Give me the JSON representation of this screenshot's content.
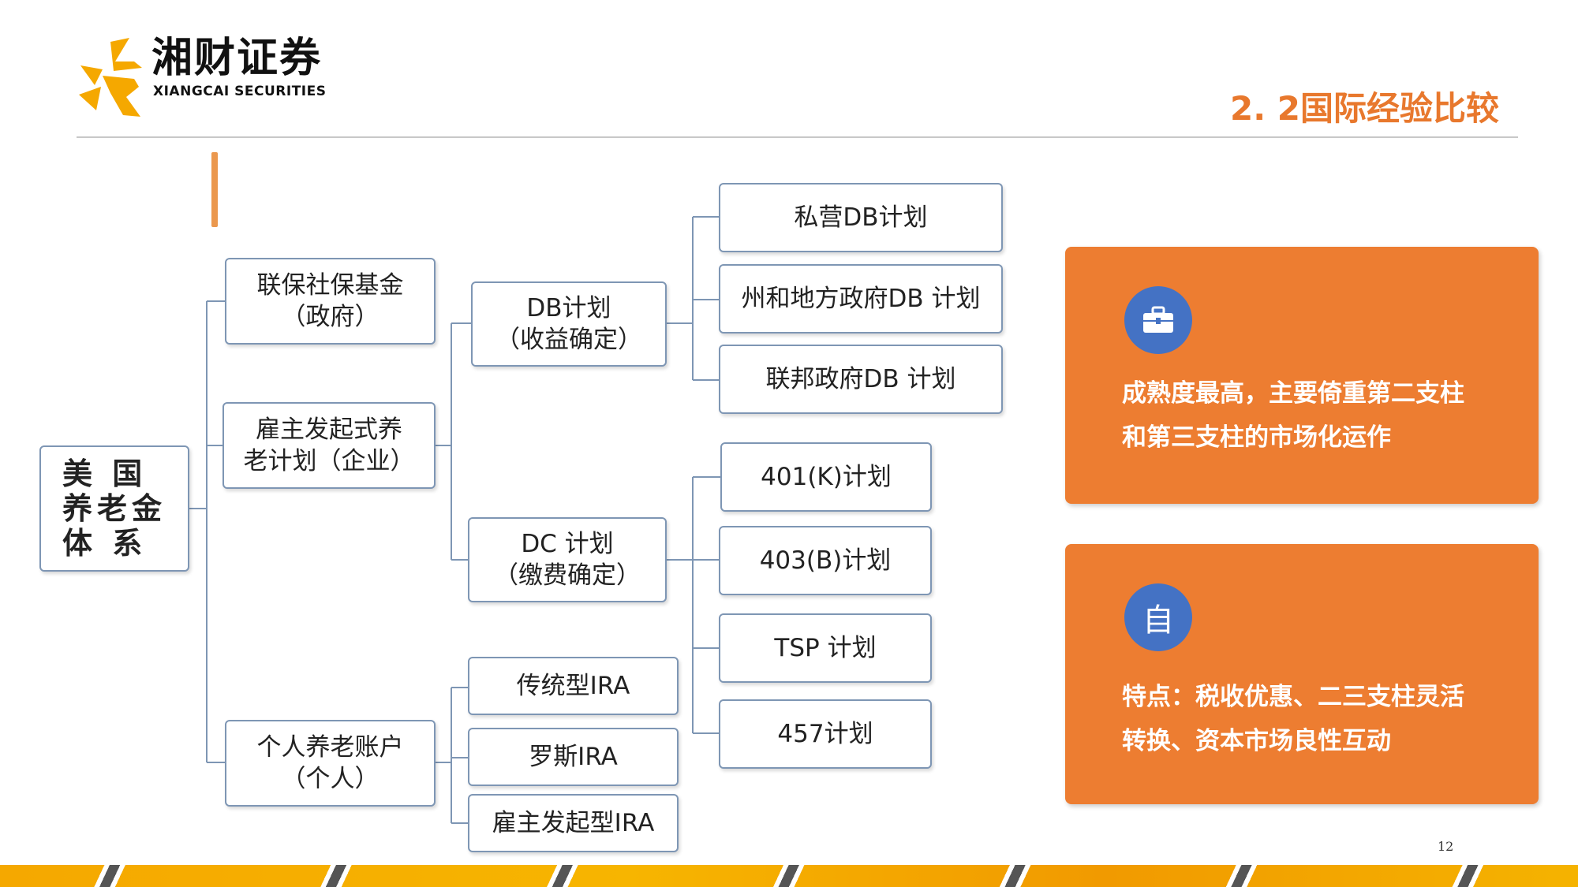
{
  "header": {
    "brand_cn": "湘财证券",
    "brand_en": "XIANGCAI SECURITIES",
    "section_title": "2. 2国际经验比较"
  },
  "tree": {
    "root": "美 国\n养老金\n体 系",
    "level1": [
      "联保社保基金\n（政府）",
      "雇主发起式养\n老计划（企业）",
      "个人养老账户\n（个人）"
    ],
    "level2": [
      "DB计划\n（收益确定）",
      "DC 计划\n（缴费确定）",
      "传统型IRA",
      "罗斯IRA",
      "雇主发起型IRA"
    ],
    "db_plans": [
      "私营DB计划",
      "州和地方政府DB 计划",
      "联邦政府DB 计划"
    ],
    "dc_plans": [
      "401(K)计划",
      "403(B)计划",
      "TSP 计划",
      "457计划"
    ]
  },
  "cards": [
    {
      "icon": "briefcase-icon",
      "text": "成熟度最高，主要倚重第二支柱\n和第三支柱的市场化运作"
    },
    {
      "icon": "自",
      "text": "特点：税收优惠、二三支柱灵活\n转换、资本市场良性互动"
    }
  ],
  "footer": {
    "page_number": "12"
  },
  "colors": {
    "accent": "#e8782d",
    "card": "#ed7d31",
    "icon_bg": "#4472c4",
    "node_border": "#7e96b4"
  }
}
